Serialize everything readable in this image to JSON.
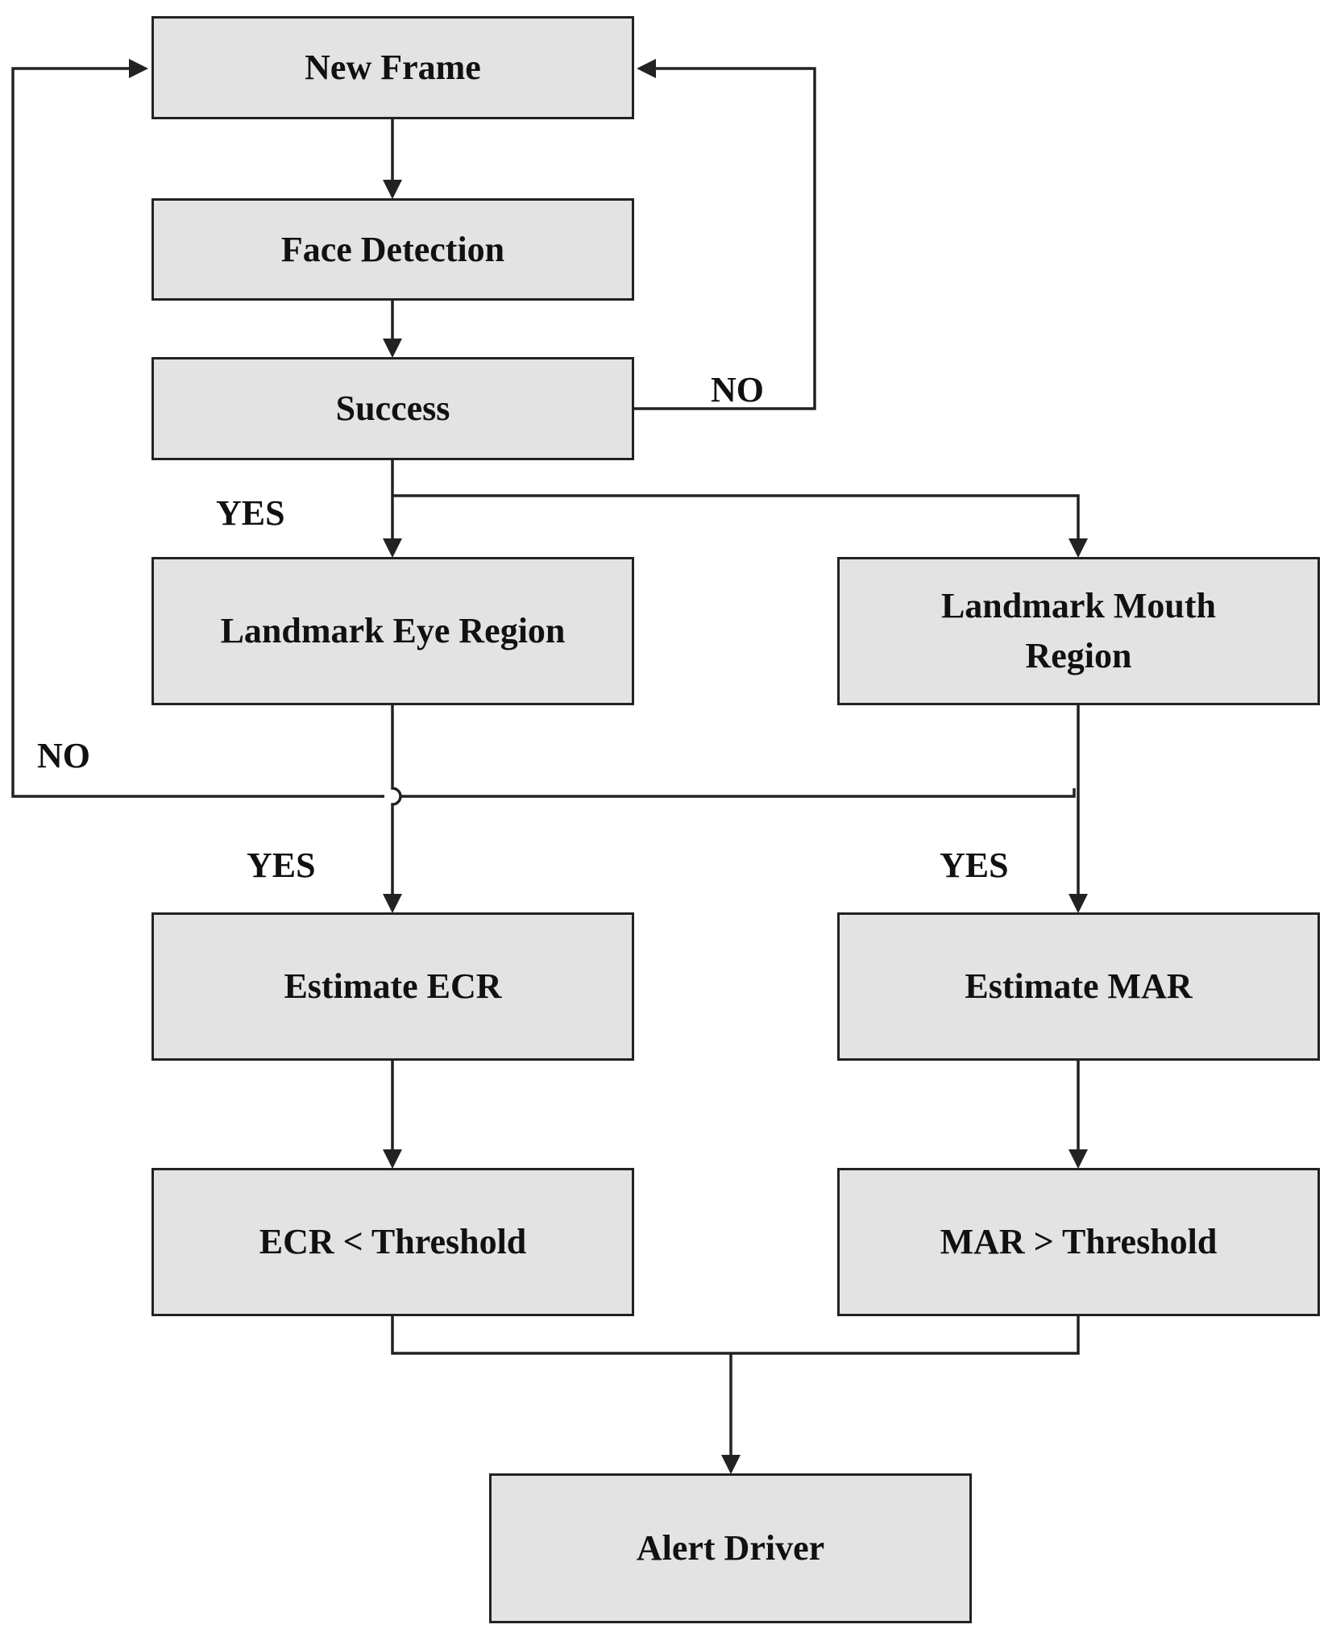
{
  "nodes": {
    "new_frame": "New Frame",
    "face_detection": "Face Detection",
    "success": "Success",
    "landmark_eye": "Landmark Eye Region",
    "landmark_mouth": "Landmark Mouth Region",
    "estimate_ecr": "Estimate ECR",
    "estimate_mar": "Estimate MAR",
    "ecr_threshold": "ECR < Threshold",
    "mar_threshold": "MAR > Threshold",
    "alert_driver": "Alert Driver"
  },
  "edge_labels": {
    "success_no": "NO",
    "success_yes": "YES",
    "left_no": "NO",
    "eye_yes": "YES",
    "mouth_yes": "YES"
  },
  "colors": {
    "box_fill": "#e3e3e3",
    "stroke": "#222222",
    "text": "#111111"
  }
}
